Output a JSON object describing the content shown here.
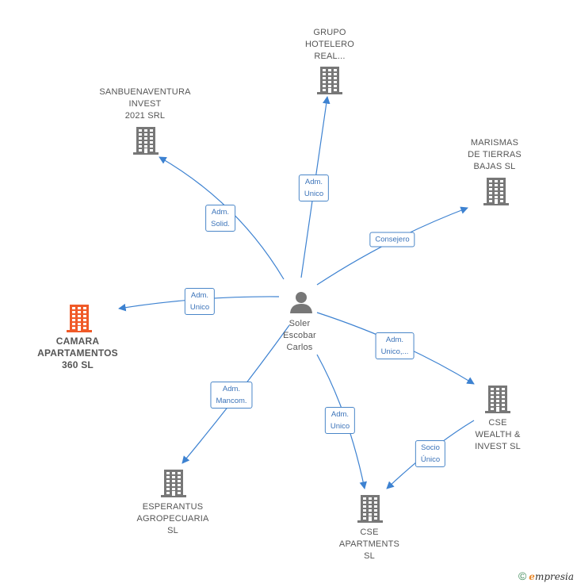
{
  "colors": {
    "edge": "#3d82d1",
    "node": "#777777",
    "highlight": "#f05a28",
    "edge_label_text": "#3b73b9"
  },
  "center": {
    "id": "soler",
    "label_lines": [
      "Soler",
      "Escobar",
      "Carlos"
    ],
    "icon": "person-icon"
  },
  "nodes": [
    {
      "id": "grupo",
      "label_lines": [
        "GRUPO",
        "HOTELERO",
        "REAL..."
      ],
      "icon": "building-icon",
      "highlight": false
    },
    {
      "id": "sanbuena",
      "label_lines": [
        "SANBUENAVENTURA",
        "INVEST",
        "2021 SRL"
      ],
      "icon": "building-icon",
      "highlight": false
    },
    {
      "id": "marismas",
      "label_lines": [
        "MARISMAS",
        "DE TIERRAS",
        "BAJAS SL"
      ],
      "icon": "building-icon",
      "highlight": false
    },
    {
      "id": "camara",
      "label_lines": [
        "CAMARA",
        "APARTAMENTOS",
        "360  SL"
      ],
      "icon": "building-icon",
      "highlight": true
    },
    {
      "id": "csewealth",
      "label_lines": [
        "CSE",
        "WEALTH &",
        "INVEST  SL"
      ],
      "icon": "building-icon",
      "highlight": false
    },
    {
      "id": "esperantus",
      "label_lines": [
        "ESPERANTUS",
        "AGROPECUARIA",
        "SL"
      ],
      "icon": "building-icon",
      "highlight": false
    },
    {
      "id": "cseapart",
      "label_lines": [
        "CSE",
        "APARTMENTS",
        "SL"
      ],
      "icon": "building-icon",
      "highlight": false
    }
  ],
  "edges": [
    {
      "id": "e-grupo",
      "from": "soler",
      "to": "grupo",
      "label_lines": [
        "Adm.",
        "Unico"
      ]
    },
    {
      "id": "e-sanbuena",
      "from": "soler",
      "to": "sanbuena",
      "label_lines": [
        "Adm.",
        "Solid."
      ]
    },
    {
      "id": "e-marismas",
      "from": "soler",
      "to": "marismas",
      "label_lines": [
        "Consejero"
      ]
    },
    {
      "id": "e-camara",
      "from": "soler",
      "to": "camara",
      "label_lines": [
        "Adm.",
        "Unico"
      ]
    },
    {
      "id": "e-csewealth",
      "from": "soler",
      "to": "csewealth",
      "label_lines": [
        "Adm.",
        "Unico,..."
      ]
    },
    {
      "id": "e-esperantus",
      "from": "soler",
      "to": "esperantus",
      "label_lines": [
        "Adm.",
        "Mancom."
      ]
    },
    {
      "id": "e-cseapart",
      "from": "soler",
      "to": "cseapart",
      "label_lines": [
        "Adm.",
        "Unico"
      ]
    },
    {
      "id": "e-wealth-apart",
      "from": "csewealth",
      "to": "cseapart",
      "label_lines": [
        "Socio",
        "Único"
      ]
    }
  ],
  "footer": {
    "copyright": "©",
    "brand_initial": "e",
    "brand_rest": "mpresia"
  }
}
